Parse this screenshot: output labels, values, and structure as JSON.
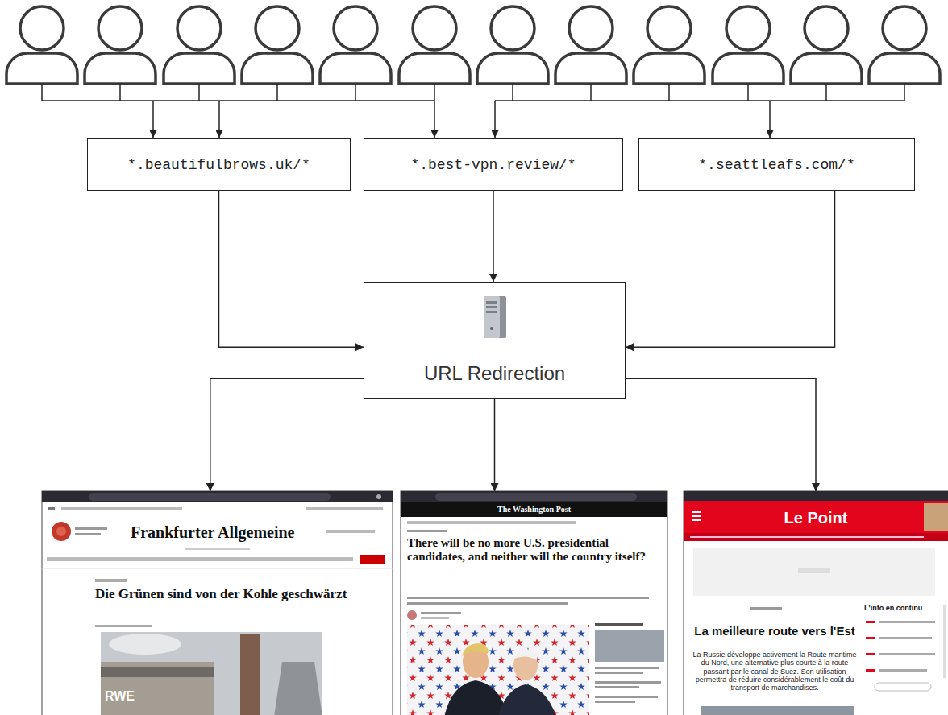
{
  "diagram": {
    "nodes": [
      {
        "text": [
          "*.beautifulbrows.uk/*"
        ]
      },
      {
        "text": [
          "*.best-vpn.review/*"
        ]
      },
      {
        "text": [
          "*.seattleafs.com/*"
        ]
      },
      {
        "text": [
          "URL Redirection"
        ]
      },
      {
        "text": [
          "Frankfurter Allgemeine",
          "Die Grünen sind von der Kohle geschwärzt",
          "RWE"
        ]
      },
      {
        "text": [
          "The Washington Post",
          "There will be no more U.S. presidential candidates, and neither will the country itself?"
        ]
      },
      {
        "text": [
          "Le Point",
          "L'info en continu",
          "La meilleure route vers l'Est",
          "La Russie développe activement la Route maritime du Nord, une alternative plus courte à la route passant par le canal de Suez. Son utilisation permettra de réduire considérablement le coût du transport de marchandises."
        ]
      }
    ],
    "edges": [
      {
        "from": 0,
        "to": 3,
        "arrow": "to"
      },
      {
        "from": 1,
        "to": 3,
        "arrow": "to"
      },
      {
        "from": 2,
        "to": 3,
        "arrow": "to"
      },
      {
        "from": 3,
        "to": 4,
        "arrow": "to"
      },
      {
        "from": 3,
        "to": 5,
        "arrow": "to"
      },
      {
        "from": 3,
        "to": 6,
        "arrow": "to"
      }
    ]
  }
}
